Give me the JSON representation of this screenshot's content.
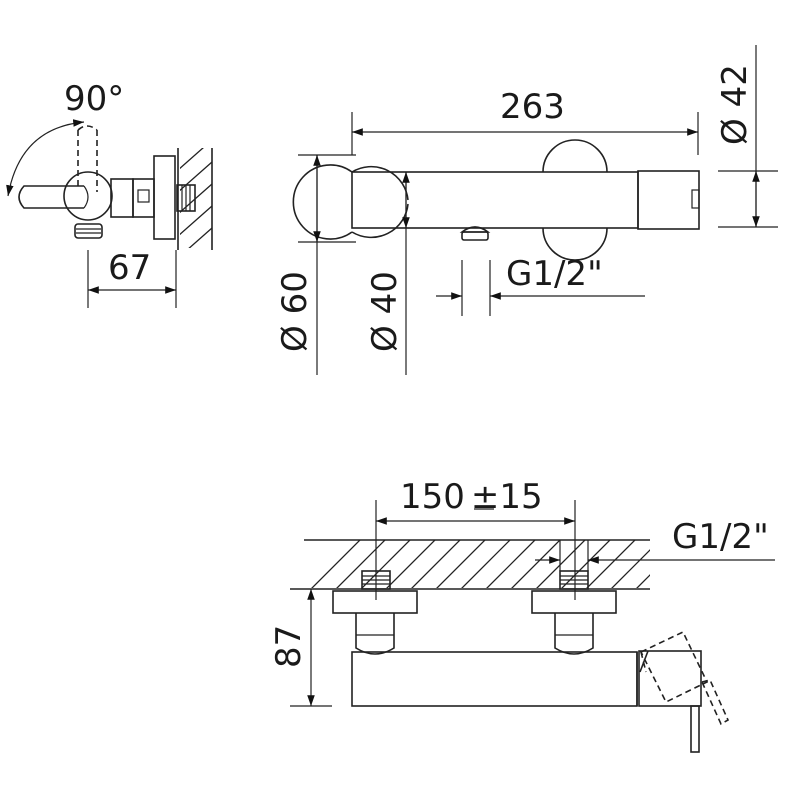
{
  "drawing": {
    "side_view": {
      "rotation_label": "90°",
      "depth_label": "67"
    },
    "top_view": {
      "length_label": "263",
      "body_diameter_label": "Ø 42",
      "end_diameter_label": "Ø 60",
      "bar_diameter_label": "Ø 40",
      "outlet_thread_label": "G1/2\""
    },
    "front_view": {
      "centers_label": "150±15",
      "centers_value": "150",
      "centers_tolerance": "±15",
      "inlet_thread_label": "G1/2\"",
      "height_label": "87"
    },
    "colors": {
      "line": "#222222",
      "background": "#ffffff"
    }
  }
}
